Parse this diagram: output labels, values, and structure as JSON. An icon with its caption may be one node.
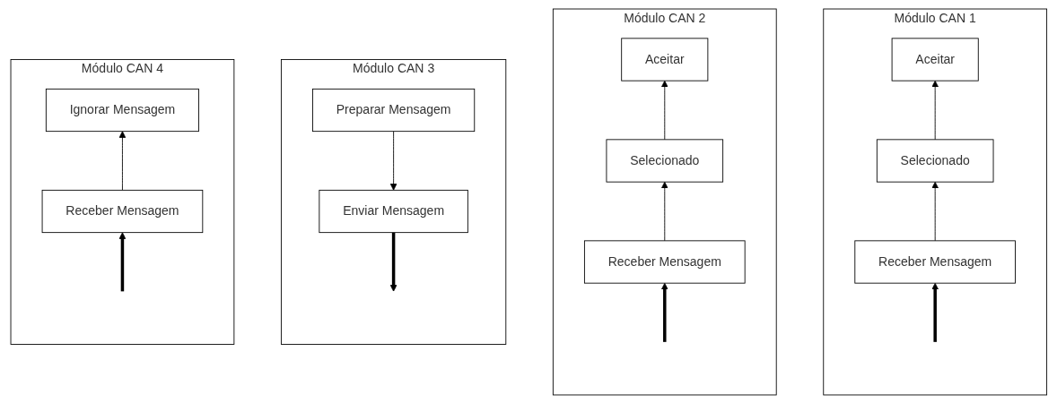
{
  "diagram": {
    "nodes": [
      {
        "text": [
          "Módulo CAN 1"
        ]
      },
      {
        "text": [
          "Aceitar"
        ],
        "in": 0
      },
      {
        "text": [
          "Selecionado"
        ],
        "in": 0
      },
      {
        "text": [
          "Receber Mensagem"
        ],
        "in": 0
      },
      {
        "text": [
          "Módulo CAN 2"
        ]
      },
      {
        "text": [
          "Aceitar"
        ],
        "in": 4
      },
      {
        "text": [
          "Selecionado"
        ],
        "in": 4
      },
      {
        "text": [
          "Receber Mensagem"
        ],
        "in": 4
      },
      {
        "text": [
          "Módulo CAN 3"
        ]
      },
      {
        "text": [
          "Preparar Mensagem"
        ],
        "in": 8
      },
      {
        "text": [
          "Enviar Mensagem"
        ],
        "in": 8
      },
      {
        "text": [
          "Módulo CAN 4"
        ]
      },
      {
        "text": [
          "Ignorar Mensagem"
        ],
        "in": 11
      },
      {
        "text": [
          "Receber Mensagem"
        ],
        "in": 11
      }
    ],
    "edges": [
      {
        "from": 3,
        "to": 2,
        "arrow": "to"
      },
      {
        "from": 2,
        "to": 1,
        "arrow": "to"
      },
      {
        "from": null,
        "to": 3,
        "arrow": "to",
        "style": "thick"
      },
      {
        "from": 7,
        "to": 6,
        "arrow": "to"
      },
      {
        "from": 6,
        "to": 5,
        "arrow": "to"
      },
      {
        "from": null,
        "to": 7,
        "arrow": "to",
        "style": "thick"
      },
      {
        "from": 9,
        "to": 10,
        "arrow": "to"
      },
      {
        "from": 10,
        "to": null,
        "arrow": "to",
        "style": "thick"
      },
      {
        "from": 13,
        "to": 12,
        "arrow": "to"
      },
      {
        "from": null,
        "to": 13,
        "arrow": "to",
        "style": "thick"
      }
    ]
  }
}
